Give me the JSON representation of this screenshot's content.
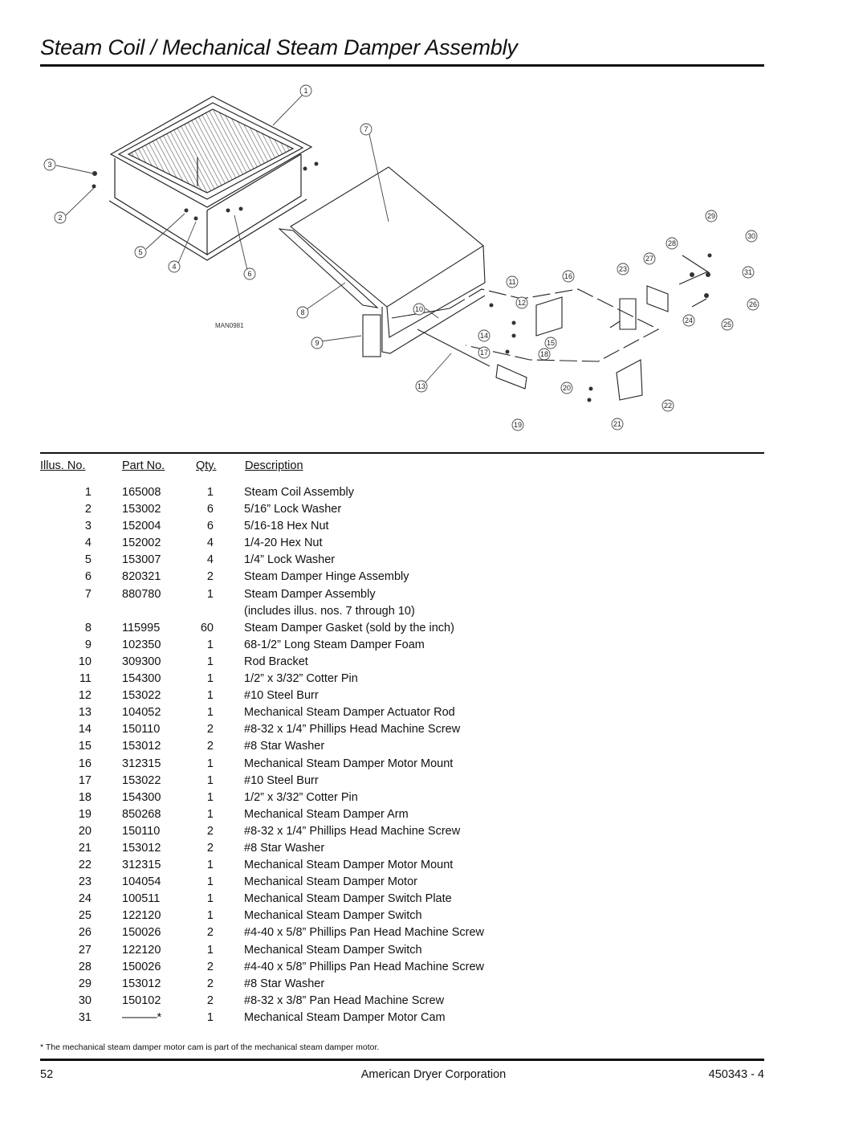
{
  "title": "Steam Coil / Mechanical Steam Damper Assembly",
  "diagram": {
    "callouts": [
      "1",
      "2",
      "3",
      "4",
      "5",
      "6",
      "7",
      "8",
      "9",
      "10",
      "11",
      "12",
      "13",
      "14",
      "15",
      "16",
      "17",
      "18",
      "19",
      "20",
      "21",
      "22",
      "23",
      "24",
      "25",
      "26",
      "27",
      "28",
      "29",
      "30",
      "31"
    ],
    "drawing_code": "MAN0981"
  },
  "table": {
    "headers": {
      "illus": "Illus. No.",
      "part": "Part No.",
      "qty": "Qty.",
      "desc": "Description"
    },
    "rows": [
      {
        "illus": "1",
        "part": "165008",
        "qty": "1",
        "desc": "Steam Coil Assembly"
      },
      {
        "illus": "2",
        "part": "153002",
        "qty": "6",
        "desc": "5/16” Lock Washer"
      },
      {
        "illus": "3",
        "part": "152004",
        "qty": "6",
        "desc": "5/16-18 Hex Nut"
      },
      {
        "illus": "4",
        "part": "152002",
        "qty": "4",
        "desc": "1/4-20 Hex Nut"
      },
      {
        "illus": "5",
        "part": "153007",
        "qty": "4",
        "desc": "1/4” Lock Washer"
      },
      {
        "illus": "6",
        "part": "820321",
        "qty": "2",
        "desc": "Steam Damper Hinge Assembly"
      },
      {
        "illus": "7",
        "part": "880780",
        "qty": "1",
        "desc": "Steam Damper Assembly"
      },
      {
        "illus": "",
        "part": "",
        "qty": "",
        "desc": "(includes illus. nos. 7 through 10)"
      },
      {
        "illus": "8",
        "part": "115995",
        "qty": "60",
        "desc": "Steam Damper Gasket (sold by the inch)"
      },
      {
        "illus": "9",
        "part": "102350",
        "qty": "1",
        "desc": "68-1/2” Long Steam Damper Foam"
      },
      {
        "illus": "10",
        "part": "309300",
        "qty": "1",
        "desc": "Rod Bracket"
      },
      {
        "illus": "11",
        "part": "154300",
        "qty": "1",
        "desc": "1/2” x 3/32” Cotter Pin"
      },
      {
        "illus": "12",
        "part": "153022",
        "qty": "1",
        "desc": "#10 Steel Burr"
      },
      {
        "illus": "13",
        "part": "104052",
        "qty": "1",
        "desc": "Mechanical Steam Damper Actuator Rod"
      },
      {
        "illus": "14",
        "part": "150110",
        "qty": "2",
        "desc": "#8-32 x 1/4” Phillips Head Machine Screw"
      },
      {
        "illus": "15",
        "part": "153012",
        "qty": "2",
        "desc": "#8 Star Washer"
      },
      {
        "illus": "16",
        "part": "312315",
        "qty": "1",
        "desc": "Mechanical Steam Damper Motor Mount"
      },
      {
        "illus": "17",
        "part": "153022",
        "qty": "1",
        "desc": "#10 Steel Burr"
      },
      {
        "illus": "18",
        "part": "154300",
        "qty": "1",
        "desc": "1/2” x 3/32” Cotter Pin"
      },
      {
        "illus": "19",
        "part": "850268",
        "qty": "1",
        "desc": "Mechanical Steam Damper Arm"
      },
      {
        "illus": "20",
        "part": "150110",
        "qty": "2",
        "desc": "#8-32 x 1/4” Phillips Head Machine Screw"
      },
      {
        "illus": "21",
        "part": "153012",
        "qty": "2",
        "desc": "#8 Star Washer"
      },
      {
        "illus": "22",
        "part": "312315",
        "qty": "1",
        "desc": "Mechanical Steam Damper Motor Mount"
      },
      {
        "illus": "23",
        "part": "104054",
        "qty": "1",
        "desc": "Mechanical Steam Damper Motor"
      },
      {
        "illus": "24",
        "part": "100511",
        "qty": "1",
        "desc": "Mechanical Steam Damper Switch Plate"
      },
      {
        "illus": "25",
        "part": "122120",
        "qty": "1",
        "desc": "Mechanical Steam Damper Switch"
      },
      {
        "illus": "26",
        "part": "150026",
        "qty": "2",
        "desc": "#4-40 x 5/8” Phillips Pan Head Machine Screw"
      },
      {
        "illus": "27",
        "part": "122120",
        "qty": "1",
        "desc": "Mechanical Steam Damper Switch"
      },
      {
        "illus": "28",
        "part": "150026",
        "qty": "2",
        "desc": "#4-40 x 5/8” Phillips Pan Head Machine Screw"
      },
      {
        "illus": "29",
        "part": "153012",
        "qty": "2",
        "desc": "#8 Star Washer"
      },
      {
        "illus": "30",
        "part": "150102",
        "qty": "2",
        "desc": "#8-32 x 3/8” Pan Head Machine Screw"
      },
      {
        "illus": "31",
        "part": "———*",
        "qty": "1",
        "desc": "Mechanical Steam Damper Motor Cam"
      }
    ]
  },
  "footnote": "*   The mechanical steam damper motor cam is part of the mechanical steam damper motor.",
  "footer": {
    "page": "52",
    "company": "American Dryer Corporation",
    "doc": "450343 - 4"
  }
}
